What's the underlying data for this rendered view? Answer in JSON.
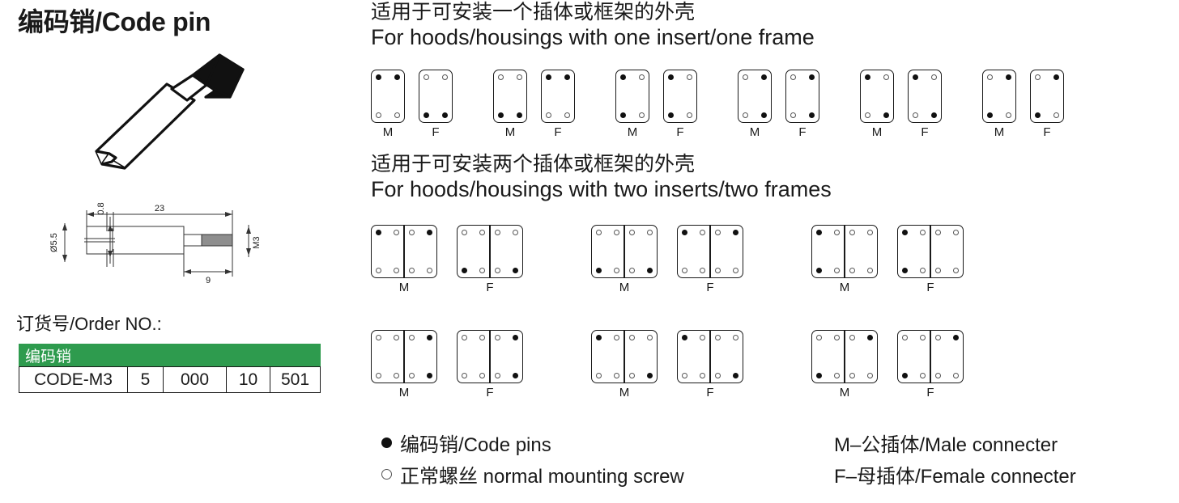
{
  "title": "编码销/Code pin",
  "order": {
    "label": "订货号/Order NO.:",
    "header": "编码销",
    "cells": [
      "CODE-M3",
      "5",
      "000",
      "10",
      "501"
    ]
  },
  "drawing": {
    "dim_diameter": "Ø5.5",
    "dim_08": "0.8",
    "dim_23": "23",
    "dim_9": "9",
    "dim_m3": "M3"
  },
  "sections": [
    {
      "zh": "适用于可安装一个插体或框架的外壳",
      "en": "For hoods/housings with one insert/one frame"
    },
    {
      "zh": "适用于可安装两个插体或框架的外壳",
      "en": "For hoods/housings with two inserts/two frames"
    }
  ],
  "labels": {
    "male": "M",
    "female": "F"
  },
  "legend": {
    "code_pin": "编码销/Code pins",
    "normal_screw": "正常螺丝 normal mounting screw",
    "male_connector": "M–公插体/Male connecter",
    "female_connector": "F–母插体/Female connecter"
  },
  "colors": {
    "table_header_green": "#2e9b4e",
    "ink": "#1a1a1a",
    "dot_filled": "#111111",
    "dot_open_border": "#555555"
  },
  "diagrams": {
    "single_insert_row": [
      {
        "m": {
          "panels": [
            [
              "filled",
              "filled",
              "open",
              "open"
            ]
          ]
        },
        "f": {
          "panels": [
            [
              "open",
              "open",
              "filled",
              "filled"
            ]
          ]
        }
      },
      {
        "m": {
          "panels": [
            [
              "open",
              "open",
              "filled",
              "filled"
            ]
          ]
        },
        "f": {
          "panels": [
            [
              "filled",
              "filled",
              "open",
              "open"
            ]
          ]
        }
      },
      {
        "m": {
          "panels": [
            [
              "filled",
              "open",
              "filled",
              "open"
            ]
          ]
        },
        "f": {
          "panels": [
            [
              "filled",
              "open",
              "filled",
              "open"
            ]
          ]
        }
      },
      {
        "m": {
          "panels": [
            [
              "open",
              "filled",
              "open",
              "filled"
            ]
          ]
        },
        "f": {
          "panels": [
            [
              "open",
              "filled",
              "open",
              "filled"
            ]
          ]
        }
      },
      {
        "m": {
          "panels": [
            [
              "filled",
              "open",
              "open",
              "filled"
            ]
          ]
        },
        "f": {
          "panels": [
            [
              "filled",
              "open",
              "open",
              "filled"
            ]
          ]
        }
      },
      {
        "m": {
          "panels": [
            [
              "open",
              "filled",
              "filled",
              "open"
            ]
          ]
        },
        "f": {
          "panels": [
            [
              "open",
              "filled",
              "filled",
              "open"
            ]
          ]
        }
      }
    ],
    "double_insert_row_one": [
      {
        "m": {
          "panels": [
            [
              "filled",
              "open",
              "open",
              "open"
            ],
            [
              "open",
              "filled",
              "open",
              "open"
            ]
          ]
        },
        "f": {
          "panels": [
            [
              "open",
              "open",
              "filled",
              "open"
            ],
            [
              "open",
              "open",
              "open",
              "filled"
            ]
          ]
        }
      },
      {
        "m": {
          "panels": [
            [
              "open",
              "open",
              "filled",
              "open"
            ],
            [
              "open",
              "open",
              "open",
              "filled"
            ]
          ]
        },
        "f": {
          "panels": [
            [
              "filled",
              "open",
              "open",
              "open"
            ],
            [
              "open",
              "filled",
              "open",
              "open"
            ]
          ]
        }
      },
      {
        "m": {
          "panels": [
            [
              "filled",
              "open",
              "filled",
              "open"
            ],
            [
              "open",
              "open",
              "open",
              "open"
            ]
          ]
        },
        "f": {
          "panels": [
            [
              "filled",
              "open",
              "filled",
              "open"
            ],
            [
              "open",
              "open",
              "open",
              "open"
            ]
          ]
        }
      }
    ],
    "double_insert_row_two": [
      {
        "m": {
          "panels": [
            [
              "open",
              "open",
              "open",
              "open"
            ],
            [
              "open",
              "filled",
              "open",
              "filled"
            ]
          ]
        },
        "f": {
          "panels": [
            [
              "open",
              "open",
              "open",
              "open"
            ],
            [
              "open",
              "filled",
              "open",
              "filled"
            ]
          ]
        }
      },
      {
        "m": {
          "panels": [
            [
              "filled",
              "open",
              "open",
              "open"
            ],
            [
              "open",
              "open",
              "open",
              "filled"
            ]
          ]
        },
        "f": {
          "panels": [
            [
              "filled",
              "open",
              "open",
              "open"
            ],
            [
              "open",
              "open",
              "open",
              "filled"
            ]
          ]
        }
      },
      {
        "m": {
          "panels": [
            [
              "open",
              "open",
              "filled",
              "open"
            ],
            [
              "open",
              "filled",
              "open",
              "open"
            ]
          ]
        },
        "f": {
          "panels": [
            [
              "open",
              "open",
              "filled",
              "open"
            ],
            [
              "open",
              "filled",
              "open",
              "open"
            ]
          ]
        }
      }
    ]
  }
}
